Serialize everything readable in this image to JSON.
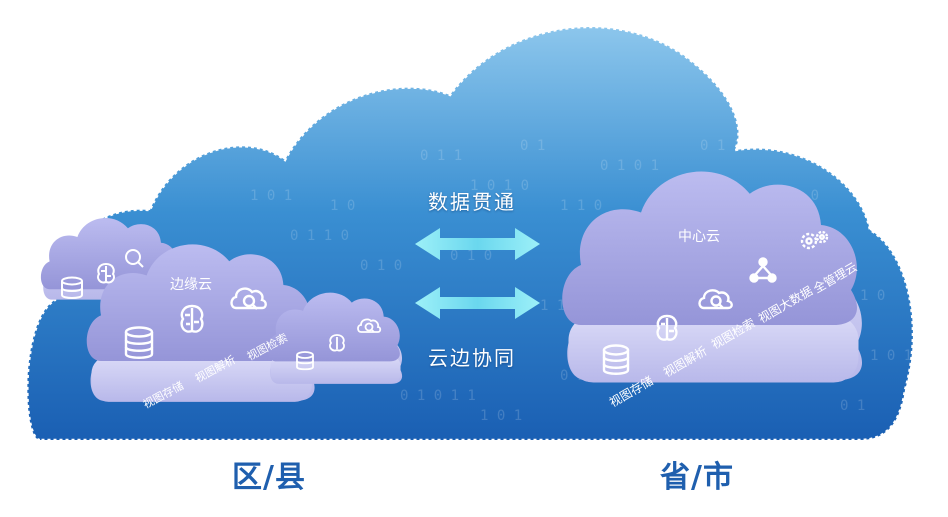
{
  "labels": {
    "top_arrow": "数据贯通",
    "bottom_arrow": "云边协同",
    "left_region": "区/县",
    "right_region": "省/市"
  },
  "edge_cloud": {
    "title": "边缘云",
    "services": [
      "视图存储",
      "视图解析",
      "视图检索"
    ]
  },
  "center_cloud": {
    "title": "中心云",
    "services": [
      "视图存储",
      "视图解析",
      "视图检索",
      "视图大数据",
      "全管理云"
    ]
  },
  "icons": [
    "database-icon",
    "brain-icon",
    "magnifier-icon",
    "network-icon",
    "gears-icon",
    "double-arrow-icon"
  ],
  "colors": {
    "sky_top": "#6fb3e3",
    "sky_bottom": "#1d63b4",
    "cloud_face": "#a9a9e4",
    "cloud_side": "#c9c9f0",
    "arrow": "#7ee3f2",
    "region_text": "#1f5fae"
  }
}
